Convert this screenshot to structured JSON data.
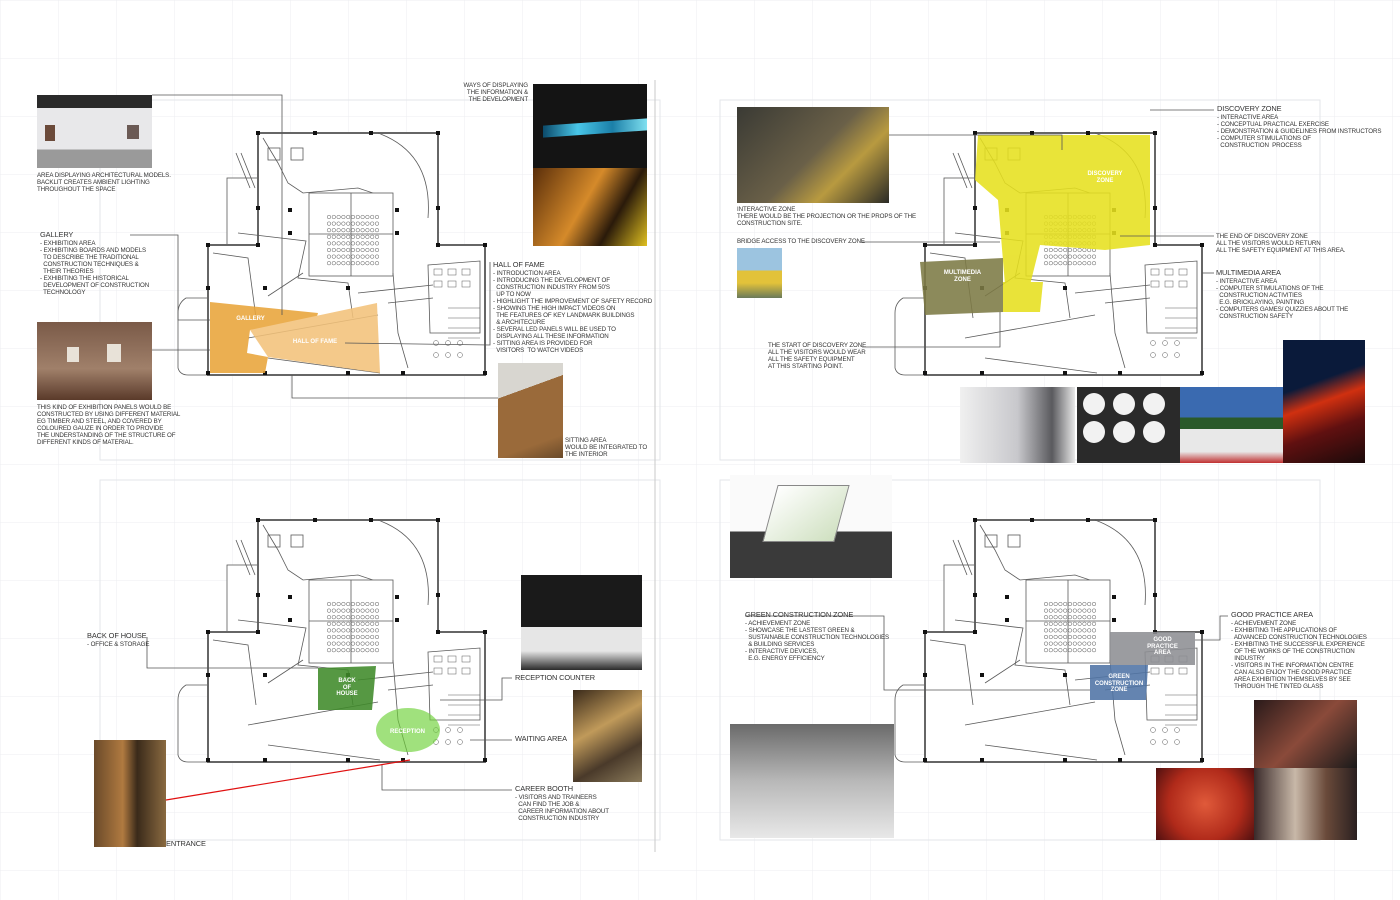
{
  "notes": [
    {
      "id": "tl-models",
      "title": "",
      "lines": [
        "AREA DISPLAYING ARCHITECTURAL MODELS.",
        "BACKLIT CREATES AMBIENT LIGHTING",
        "THROUGHOUT THE SPACE"
      ]
    },
    {
      "id": "tl-gallery",
      "title": "GALLERY",
      "lines": [
        "- EXHIBITION AREA",
        "- EXHIBITING BOARDS AND MODELS",
        "  TO DESCRIBE THE TRADITIONAL",
        "  CONSTRUCTION TECHNIQUES &",
        "  THEIR THEORIES",
        "- EXHIBITING THE HISTORICAL",
        "  DEVELOPMENT OF CONSTRUCTION",
        "  TECHNOLOGY"
      ]
    },
    {
      "id": "tl-panels",
      "title": "",
      "lines": [
        "THIS KIND OF EXHIBITION PANELS WOULD BE",
        "CONSTRUCTED BY USING DIFFERENT MATERIAL",
        "EG TIMBER AND STEEL, AND COVERED BY",
        "COLOURED GAUZE IN ORDER TO PROVIDE",
        "THE UNDERSTANDING OF THE STRUCTURE OF",
        "DIFFERENT KINDS OF MATERIAL."
      ]
    },
    {
      "id": "tl-ways",
      "title": "",
      "align": "right",
      "lines": [
        "WAYS OF DISPLAYING",
        "THE INFORMATION &",
        "THE DEVELOPMENT"
      ]
    },
    {
      "id": "tl-hall",
      "title": "HALL OF FAME",
      "lines": [
        "- INTRODUCTION AREA",
        "- INTRODUCING THE DEVELOPMENT OF",
        "  CONSTRUCTION INDUSTRY FROM 50'S",
        "  UP TO NOW",
        "- HIGHLIGHT THE IMPROVEMENT OF SAFETY RECORD",
        "- SHOWING THE HIGH IMPACT VIDEOS ON",
        "  THE FEATURES OF KEY LANDMARK BUILDINGS",
        "  & ARCHITECURE",
        "- SEVERAL LED PANELS WILL BE USED TO",
        "  DISPLAYING ALL THESE INFORMATION",
        "- SITTING AREA IS PROVIDED FOR",
        "  VISITORS  TO WATCH VIDEOS"
      ]
    },
    {
      "id": "tl-sitting",
      "title": "",
      "lines": [
        "SITTING AREA",
        "WOULD BE INTEGRATED TO",
        "THE INTERIOR"
      ]
    },
    {
      "id": "tr-interactive",
      "title": "",
      "lines": [
        "INTERACTIVE ZONE",
        "THERE WOULD BE THE PROJECTION OR THE PROPS OF THE",
        "CONSTRUCTION SITE."
      ]
    },
    {
      "id": "tr-bridge",
      "title": "",
      "lines": [
        "BRIDGE ACCESS TO THE DISCOVERY ZONE"
      ]
    },
    {
      "id": "tr-discovery",
      "title": "DISCOVERY ZONE",
      "lines": [
        "- INTERACTIVE AREA",
        "- CONCEPTUAL PRACTICAL EXERCISE",
        "- DEMONSTRATION & GUIDELINES FROM INSTRUCTORS",
        "- COMPUTER STIMULATIONS OF",
        "  CONSTRUCTION  PROCESS"
      ]
    },
    {
      "id": "tr-end",
      "title": "",
      "lines": [
        "THE END OF DISCOVERY ZONE",
        "ALL THE VISITORS WOULD RETURN",
        "ALL THE SAFETY EQUIPMENT AT THIS AREA."
      ]
    },
    {
      "id": "tr-multimedia",
      "title": "MULTIMEDIA AREA",
      "lines": [
        "- INTERACTIVE AREA",
        "- COMPUTER STIMULATIONS OF THE",
        "  CONSTRUCTION ACTIVITIES",
        "  E.G. BRICKLAYING, PAINTING",
        "- COMPUTERS GAMES/ QUIZZIES ABOUT THE",
        "  CONSTRUCTION SAFETY"
      ]
    },
    {
      "id": "tr-start",
      "title": "",
      "lines": [
        "THE START OF DISCOVERY ZONE",
        "ALL THE VISITORS WOULD WEAR",
        "ALL THE SAFETY EQUIPMENT",
        "AT THIS STARTING POINT."
      ]
    },
    {
      "id": "bl-back",
      "title": "BACK OF HOUSE",
      "lines": [
        "- OFFICE & STORAGE"
      ]
    },
    {
      "id": "bl-reception",
      "title": "RECEPTION COUNTER",
      "lines": []
    },
    {
      "id": "bl-waiting",
      "title": "WAITING AREA",
      "lines": []
    },
    {
      "id": "bl-career",
      "title": "CAREER BOOTH",
      "lines": [
        "- VISITORS AND TRAINEERS",
        "  CAN FIND THE JOB &",
        "  CAREER INFORMATION ABOUT",
        "  CONSTRUCTION INDUSTRY"
      ]
    },
    {
      "id": "bl-entrance",
      "title": "ENTRANCE",
      "lines": []
    },
    {
      "id": "br-green",
      "title": "GREEN CONSTRUCTION ZONE",
      "lines": [
        "- ACHIEVEMENT ZONE",
        "- SHOWCASE THE LASTEST GREEN &",
        "  SUSTAINABLE CONSTRUCTION TECHNOLOGIES",
        "  & BUILDING SERVICES",
        "- INTERACTIVE DEVICES,",
        "  E.G. ENERGY EFFICIENCY"
      ]
    },
    {
      "id": "br-good",
      "title": "GOOD PRACTICE AREA",
      "lines": [
        "- ACHIEVEMENT ZONE",
        "- EXHIBITING THE APPLICATIONS OF",
        "  ADVANCED CONSTRUCTION TECHNOLOGIES",
        "- EXHIBITING THE SUCCESSFUL EXPERIENCE",
        "  OF THE WORKS OF THE CONSTRUCTION",
        "  INDUSTRY",
        "- VISITORS IN THE INFORMATION CENTRE",
        "  CAN ALSO ENJOY THE GOOD PRACTICE",
        "  AREA EXHIBITION THEMSELVES BY SEE",
        "  THROUGH THE TINTED GLASS"
      ]
    }
  ],
  "zone_labels": {
    "gallery": "GALLERY",
    "hall_of_fame": "HALL OF FAME",
    "discovery": "DISCOVERY\nZONE",
    "multimedia": "MULTIMEDIA\nZONE",
    "back_of_house": "BACK\nOF\nHOUSE",
    "reception": "RECEPTION",
    "good_practice": "GOOD\nPRACTICE\nAREA",
    "green_construction": "GREEN\nCONSTRUCTION\nZONE"
  },
  "colors": {
    "gallery": "#e9a43a",
    "hall_of_fame": "#f3c27a",
    "discovery": "#e6e01e",
    "multimedia": "#7d7a45",
    "back_of_house": "#3f8a2a",
    "reception": "#6fd23a",
    "good_practice": "#8e8f94",
    "green_construction": "#4f74a6",
    "entrance_line": "#e01010"
  },
  "icons": [
    "hard-hat-icon",
    "safety-boot-icon",
    "hi-vis-vest-icon",
    "glove-icon",
    "goggles-icon",
    "ear-protection-icon"
  ]
}
